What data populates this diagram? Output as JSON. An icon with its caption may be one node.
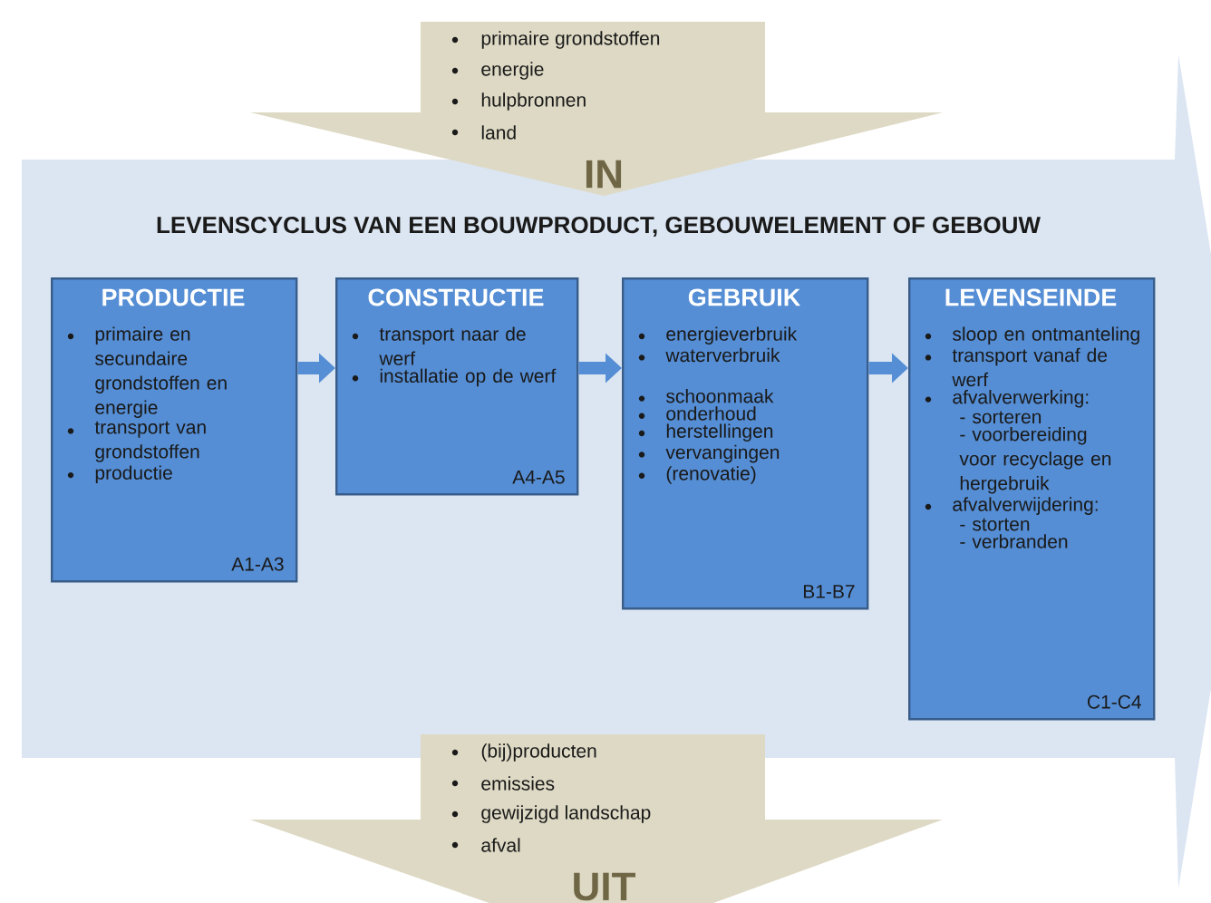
{
  "diagram": {
    "nodes": [
      {
        "text": [
          "LEVENSCYCLUS VAN EEN BOUWPRODUCT, GEBOUWELEMENT OF GEBOUW"
        ]
      },
      {
        "text": [
          "primaire grondstoffen",
          "energie",
          "hulpbronnen",
          "land",
          "IN"
        ]
      },
      {
        "text": [
          "PRODUCTIE",
          "primaire en secundaire grondstoffen en energie",
          "transport van grondstoffen",
          "productie",
          "A1-A3"
        ],
        "in": 0
      },
      {
        "text": [
          "CONSTRUCTIE",
          "transport naar de werf",
          "installatie op de werf",
          "A4-A5"
        ],
        "in": 0
      },
      {
        "text": [
          "GEBRUIK",
          "energieverbruik",
          "waterverbruik",
          "schoonmaak",
          "onderhoud",
          "herstellingen",
          "vervangingen",
          "(renovatie)",
          "B1-B7"
        ],
        "in": 0
      },
      {
        "text": [
          "LEVENSEINDE",
          "sloop en ontmanteling",
          "transport vanaf de werf",
          "afvalverwerking:",
          "- sorteren",
          "- voorbereiding voor recyclage en hergebruik",
          "afvalverwijdering:",
          "- storten",
          "- verbranden",
          "C1-C4"
        ],
        "in": 0
      },
      {
        "text": [
          "(bij)producten",
          "emissies",
          "gewijzigd landschap",
          "afval",
          "UIT"
        ]
      }
    ],
    "edges": [
      {
        "from": 2,
        "to": 3,
        "arrow": "to"
      },
      {
        "from": 3,
        "to": 4,
        "arrow": "to"
      },
      {
        "from": 4,
        "to": 5,
        "arrow": "to"
      }
    ]
  }
}
